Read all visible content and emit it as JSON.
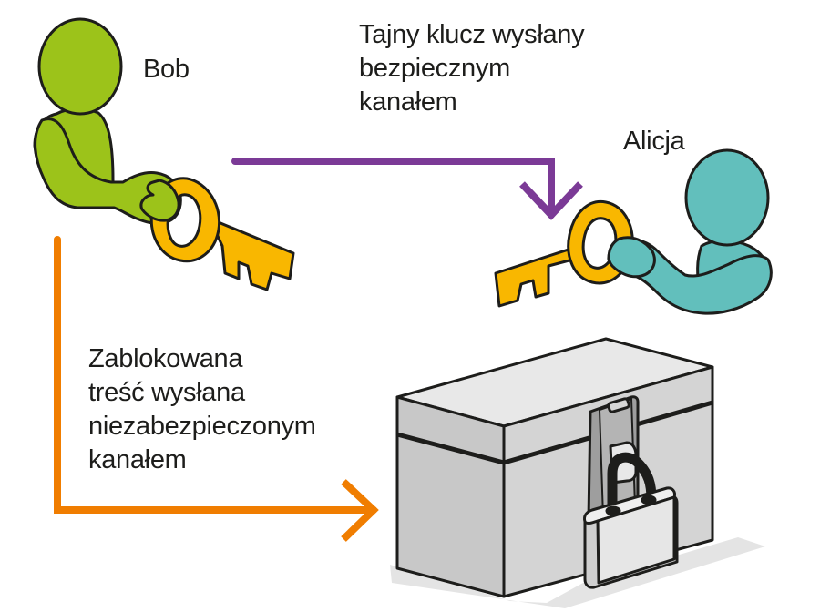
{
  "diagram": {
    "type": "symmetric-key-exchange",
    "actors": {
      "bob": {
        "name": "Bob",
        "color": "#9cc31a"
      },
      "alicja": {
        "name": "Alicja",
        "color": "#62bfbc"
      }
    },
    "key_color": "#f9b700",
    "channels": {
      "secure": {
        "lines": [
          "Tajny klucz wysłany",
          "bezpiecznym",
          "kanałem"
        ],
        "color": "#7b3a96",
        "from": "bob",
        "to": "alicja"
      },
      "insecure": {
        "lines": [
          "Zablokowana",
          "treść wysłana",
          "niezabezpieczonym",
          "kanałem"
        ],
        "color": "#f07d00",
        "from": "bob",
        "to": "locked-box"
      }
    },
    "objects": {
      "box": {
        "label": "locked-box",
        "color": "#cfcfcf"
      },
      "padlock": {
        "label": "padlock",
        "state": "locked"
      }
    }
  }
}
